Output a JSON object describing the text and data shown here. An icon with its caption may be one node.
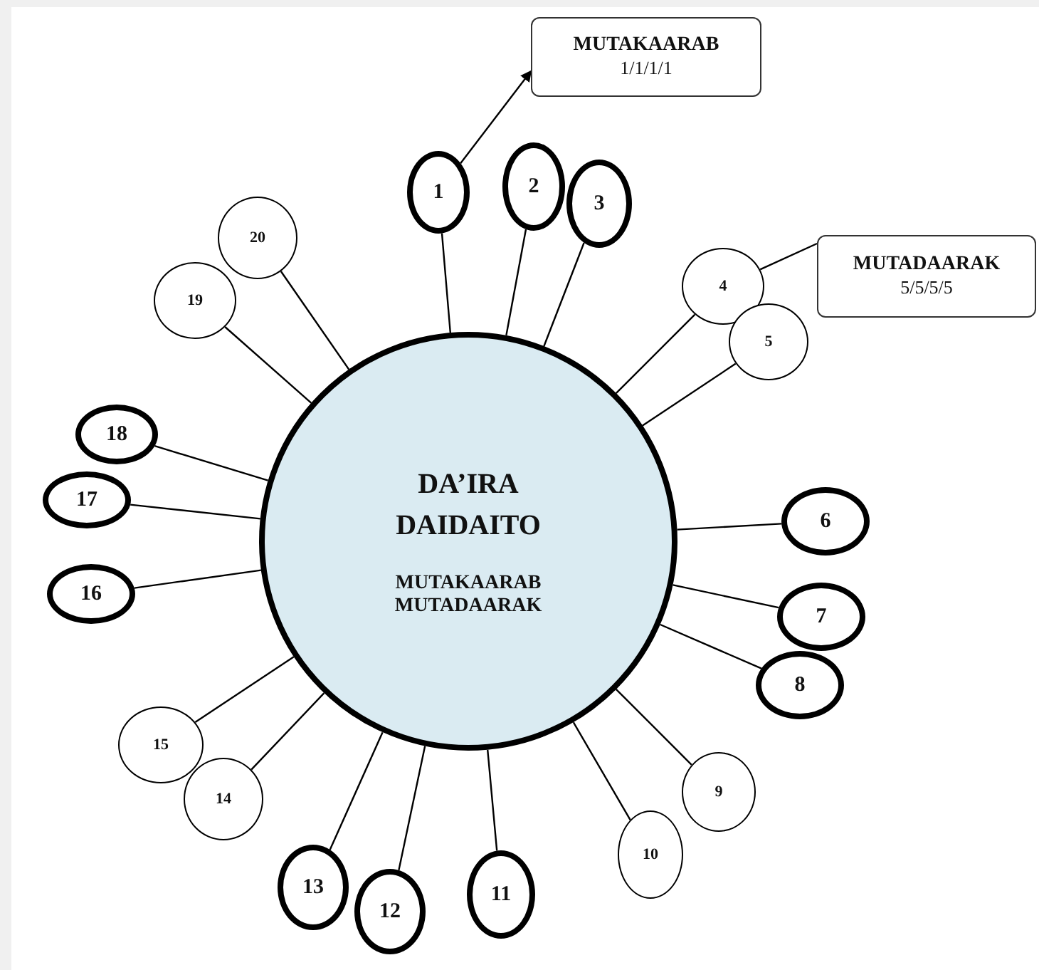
{
  "diagram": {
    "nodes": [
      {
        "text": [
          "DA’IRA DAIDAITO",
          "MUTAKAARAB MUTADAARAK"
        ]
      },
      {
        "text": [
          "1"
        ]
      },
      {
        "text": [
          "2"
        ]
      },
      {
        "text": [
          "3"
        ]
      },
      {
        "text": [
          "4"
        ]
      },
      {
        "text": [
          "5"
        ]
      },
      {
        "text": [
          "6"
        ]
      },
      {
        "text": [
          "7"
        ]
      },
      {
        "text": [
          "8"
        ]
      },
      {
        "text": [
          "9"
        ]
      },
      {
        "text": [
          "10"
        ]
      },
      {
        "text": [
          "11"
        ]
      },
      {
        "text": [
          "12"
        ]
      },
      {
        "text": [
          "13"
        ]
      },
      {
        "text": [
          "14"
        ]
      },
      {
        "text": [
          "15"
        ]
      },
      {
        "text": [
          "16"
        ]
      },
      {
        "text": [
          "17"
        ]
      },
      {
        "text": [
          "18"
        ]
      },
      {
        "text": [
          "19"
        ]
      },
      {
        "text": [
          "20"
        ]
      },
      {
        "text": [
          "MUTAKAARAB",
          "1/1/1/1"
        ]
      },
      {
        "text": [
          "MUTADAARAK",
          "5/5/5/5"
        ]
      }
    ],
    "edges": [
      {
        "from": 0,
        "to": 1,
        "arrow": "none"
      },
      {
        "from": 0,
        "to": 2,
        "arrow": "none"
      },
      {
        "from": 0,
        "to": 3,
        "arrow": "none"
      },
      {
        "from": 0,
        "to": 4,
        "arrow": "none"
      },
      {
        "from": 0,
        "to": 5,
        "arrow": "none"
      },
      {
        "from": 0,
        "to": 6,
        "arrow": "none"
      },
      {
        "from": 0,
        "to": 7,
        "arrow": "none"
      },
      {
        "from": 0,
        "to": 8,
        "arrow": "none"
      },
      {
        "from": 0,
        "to": 9,
        "arrow": "none"
      },
      {
        "from": 0,
        "to": 10,
        "arrow": "none"
      },
      {
        "from": 0,
        "to": 11,
        "arrow": "none"
      },
      {
        "from": 0,
        "to": 12,
        "arrow": "none"
      },
      {
        "from": 0,
        "to": 13,
        "arrow": "none"
      },
      {
        "from": 0,
        "to": 14,
        "arrow": "none"
      },
      {
        "from": 0,
        "to": 15,
        "arrow": "none"
      },
      {
        "from": 0,
        "to": 16,
        "arrow": "none"
      },
      {
        "from": 0,
        "to": 17,
        "arrow": "none"
      },
      {
        "from": 0,
        "to": 18,
        "arrow": "none"
      },
      {
        "from": 0,
        "to": 19,
        "arrow": "none"
      },
      {
        "from": 0,
        "to": 20,
        "arrow": "none"
      },
      {
        "from": 1,
        "to": 21,
        "arrow": "to"
      },
      {
        "from": 4,
        "to": 22,
        "arrow": "none"
      }
    ]
  }
}
